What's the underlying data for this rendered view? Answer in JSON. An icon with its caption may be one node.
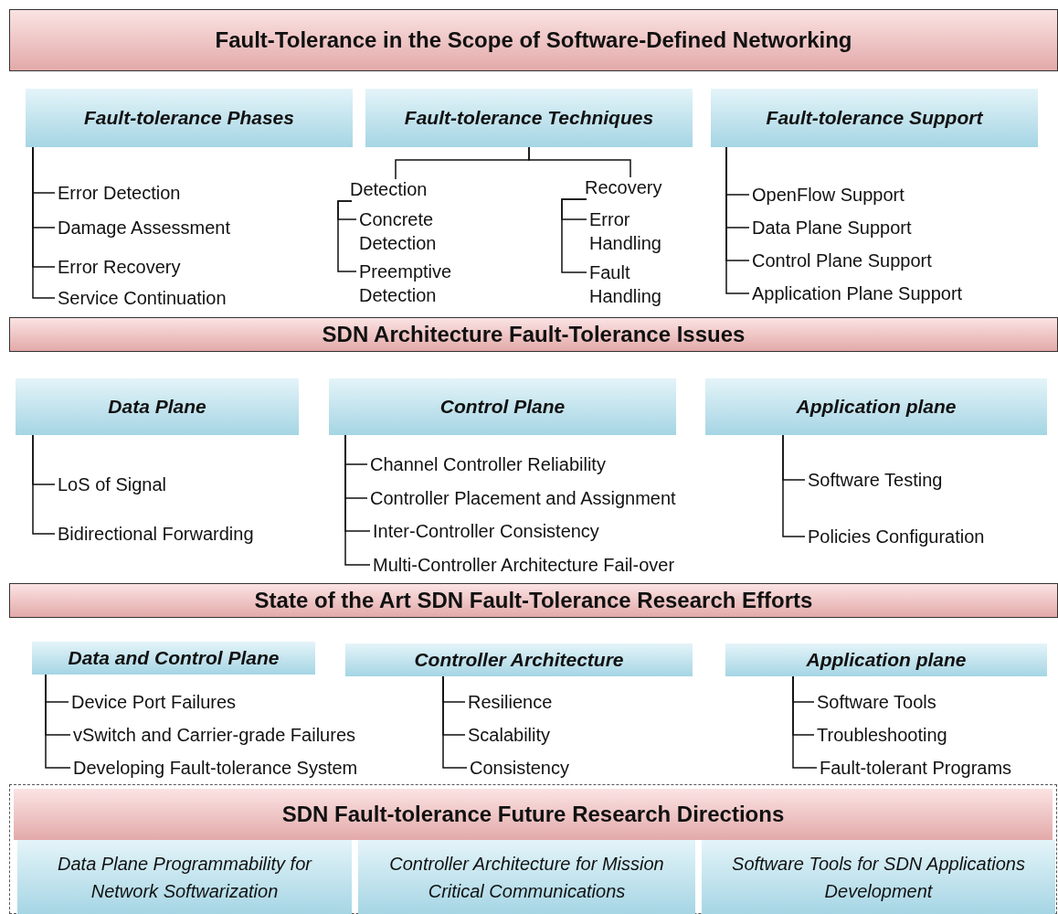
{
  "diagram": {
    "nodes": [
      {
        "text": [
          "Fault-Tolerance in the Scope of Software-Defined Networking"
        ]
      },
      {
        "text": [
          "Fault-tolerance Phases"
        ]
      },
      {
        "text": [
          "Error Detection"
        ]
      },
      {
        "text": [
          "Damage Assessment"
        ]
      },
      {
        "text": [
          "Error Recovery"
        ]
      },
      {
        "text": [
          "Service Continuation"
        ]
      },
      {
        "text": [
          "Fault-tolerance Techniques"
        ]
      },
      {
        "text": [
          "Detection"
        ]
      },
      {
        "text": [
          "Concrete Detection"
        ]
      },
      {
        "text": [
          "Preemptive Detection"
        ]
      },
      {
        "text": [
          "Recovery"
        ]
      },
      {
        "text": [
          "Error Handling"
        ]
      },
      {
        "text": [
          "Fault Handling"
        ]
      },
      {
        "text": [
          "Fault-tolerance Support"
        ]
      },
      {
        "text": [
          "OpenFlow Support"
        ]
      },
      {
        "text": [
          "Data Plane Support"
        ]
      },
      {
        "text": [
          "Control Plane Support"
        ]
      },
      {
        "text": [
          "Application Plane Support"
        ]
      },
      {
        "text": [
          "SDN Architecture Fault-Tolerance Issues"
        ]
      },
      {
        "text": [
          "Data Plane"
        ]
      },
      {
        "text": [
          "LoS of Signal"
        ]
      },
      {
        "text": [
          "Bidirectional Forwarding"
        ]
      },
      {
        "text": [
          "Control Plane"
        ]
      },
      {
        "text": [
          "Channel Controller Reliability"
        ]
      },
      {
        "text": [
          "Controller Placement and Assignment"
        ]
      },
      {
        "text": [
          "Inter-Controller Consistency"
        ]
      },
      {
        "text": [
          "Multi-Controller Architecture Fail-over"
        ]
      },
      {
        "text": [
          "Application plane"
        ]
      },
      {
        "text": [
          "Software Testing"
        ]
      },
      {
        "text": [
          "Policies Configuration"
        ]
      },
      {
        "text": [
          "State of the Art SDN Fault-Tolerance Research Efforts"
        ]
      },
      {
        "text": [
          "Data and Control Plane"
        ]
      },
      {
        "text": [
          "Device Port Failures"
        ]
      },
      {
        "text": [
          "vSwitch and Carrier-grade Failures"
        ]
      },
      {
        "text": [
          "Developing Fault-tolerance System"
        ]
      },
      {
        "text": [
          "Controller Architecture"
        ]
      },
      {
        "text": [
          "Resilience"
        ]
      },
      {
        "text": [
          "Scalability"
        ]
      },
      {
        "text": [
          "Consistency"
        ]
      },
      {
        "text": [
          "Application plane"
        ]
      },
      {
        "text": [
          "Software Tools"
        ]
      },
      {
        "text": [
          "Troubleshooting"
        ]
      },
      {
        "text": [
          "Fault-tolerant Programs"
        ]
      },
      {
        "text": [
          "SDN Fault-tolerance Future Research Directions"
        ]
      },
      {
        "text": [
          "Data Plane Programmability for Network Softwarization"
        ],
        "in": 43
      },
      {
        "text": [
          "Controller Architecture for Mission Critical Communications"
        ],
        "in": 43
      },
      {
        "text": [
          "Software Tools for SDN Applications Development"
        ],
        "in": 43
      }
    ],
    "edges": [
      {
        "from": 1,
        "to": 2,
        "arrow": "none"
      },
      {
        "from": 1,
        "to": 3,
        "arrow": "none"
      },
      {
        "from": 1,
        "to": 4,
        "arrow": "none"
      },
      {
        "from": 1,
        "to": 5,
        "arrow": "none"
      },
      {
        "from": 6,
        "to": 7,
        "arrow": "none"
      },
      {
        "from": 6,
        "to": 10,
        "arrow": "none"
      },
      {
        "from": 7,
        "to": 8,
        "arrow": "none"
      },
      {
        "from": 7,
        "to": 9,
        "arrow": "none"
      },
      {
        "from": 10,
        "to": 11,
        "arrow": "none"
      },
      {
        "from": 10,
        "to": 12,
        "arrow": "none"
      },
      {
        "from": 13,
        "to": 14,
        "arrow": "none"
      },
      {
        "from": 13,
        "to": 15,
        "arrow": "none"
      },
      {
        "from": 13,
        "to": 16,
        "arrow": "none"
      },
      {
        "from": 13,
        "to": 17,
        "arrow": "none"
      },
      {
        "from": 19,
        "to": 20,
        "arrow": "none"
      },
      {
        "from": 19,
        "to": 21,
        "arrow": "none"
      },
      {
        "from": 22,
        "to": 23,
        "arrow": "none"
      },
      {
        "from": 22,
        "to": 24,
        "arrow": "none"
      },
      {
        "from": 22,
        "to": 25,
        "arrow": "none"
      },
      {
        "from": 22,
        "to": 26,
        "arrow": "none"
      },
      {
        "from": 27,
        "to": 28,
        "arrow": "none"
      },
      {
        "from": 27,
        "to": 29,
        "arrow": "none"
      },
      {
        "from": 31,
        "to": 32,
        "arrow": "none"
      },
      {
        "from": 31,
        "to": 33,
        "arrow": "none"
      },
      {
        "from": 31,
        "to": 34,
        "arrow": "none"
      },
      {
        "from": 35,
        "to": 36,
        "arrow": "none"
      },
      {
        "from": 35,
        "to": 37,
        "arrow": "none"
      },
      {
        "from": 35,
        "to": 38,
        "arrow": "none"
      },
      {
        "from": 39,
        "to": 40,
        "arrow": "none"
      },
      {
        "from": 39,
        "to": 41,
        "arrow": "none"
      },
      {
        "from": 39,
        "to": 42,
        "arrow": "none"
      }
    ]
  }
}
